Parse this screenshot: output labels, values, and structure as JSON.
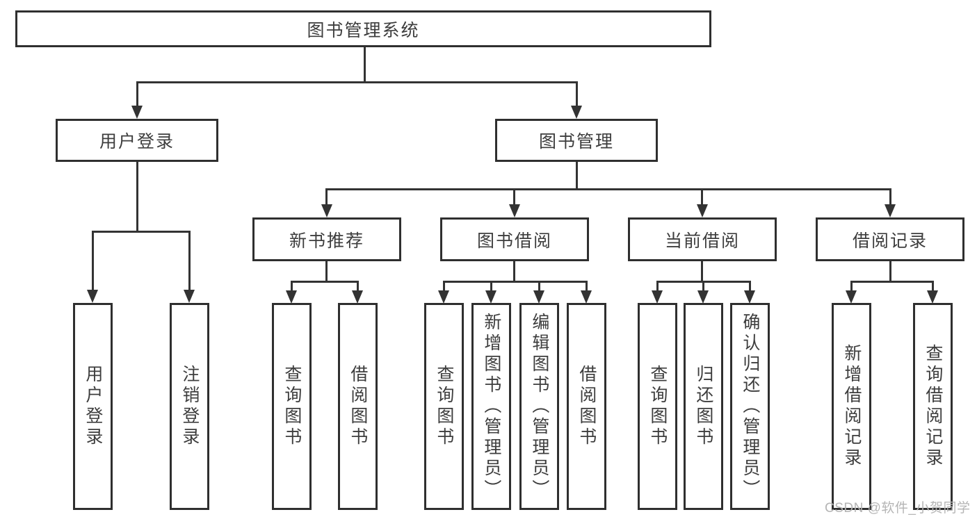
{
  "meta": {
    "background_color": "#ffffff",
    "line_color": "#333333",
    "box_border_color": "#2f2f2f",
    "text_color": "#3d3d3d",
    "watermark_color": "#b5b5b5"
  },
  "tree": {
    "root": {
      "label": "图书管理系统"
    },
    "branches": [
      {
        "label": "用户登录",
        "children": [
          {
            "label": "用户登录"
          },
          {
            "label": "注销登录"
          }
        ]
      },
      {
        "label": "图书管理",
        "children": [
          {
            "label": "新书推荐",
            "children": [
              {
                "label": "查询图书"
              },
              {
                "label": "借阅图书"
              }
            ]
          },
          {
            "label": "图书借阅",
            "children": [
              {
                "label": "查询图书"
              },
              {
                "label": "新增图书（管理员）"
              },
              {
                "label": "编辑图书（管理员）"
              },
              {
                "label": "借阅图书"
              }
            ]
          },
          {
            "label": "当前借阅",
            "children": [
              {
                "label": "查询图书"
              },
              {
                "label": "归还图书"
              },
              {
                "label": "确认归还（管理员）"
              }
            ]
          },
          {
            "label": "借阅记录",
            "children": [
              {
                "label": "新增借阅记录"
              },
              {
                "label": "查询借阅记录"
              }
            ]
          }
        ]
      }
    ]
  },
  "watermark": {
    "text": "CSDN @软件_小贺同学"
  }
}
